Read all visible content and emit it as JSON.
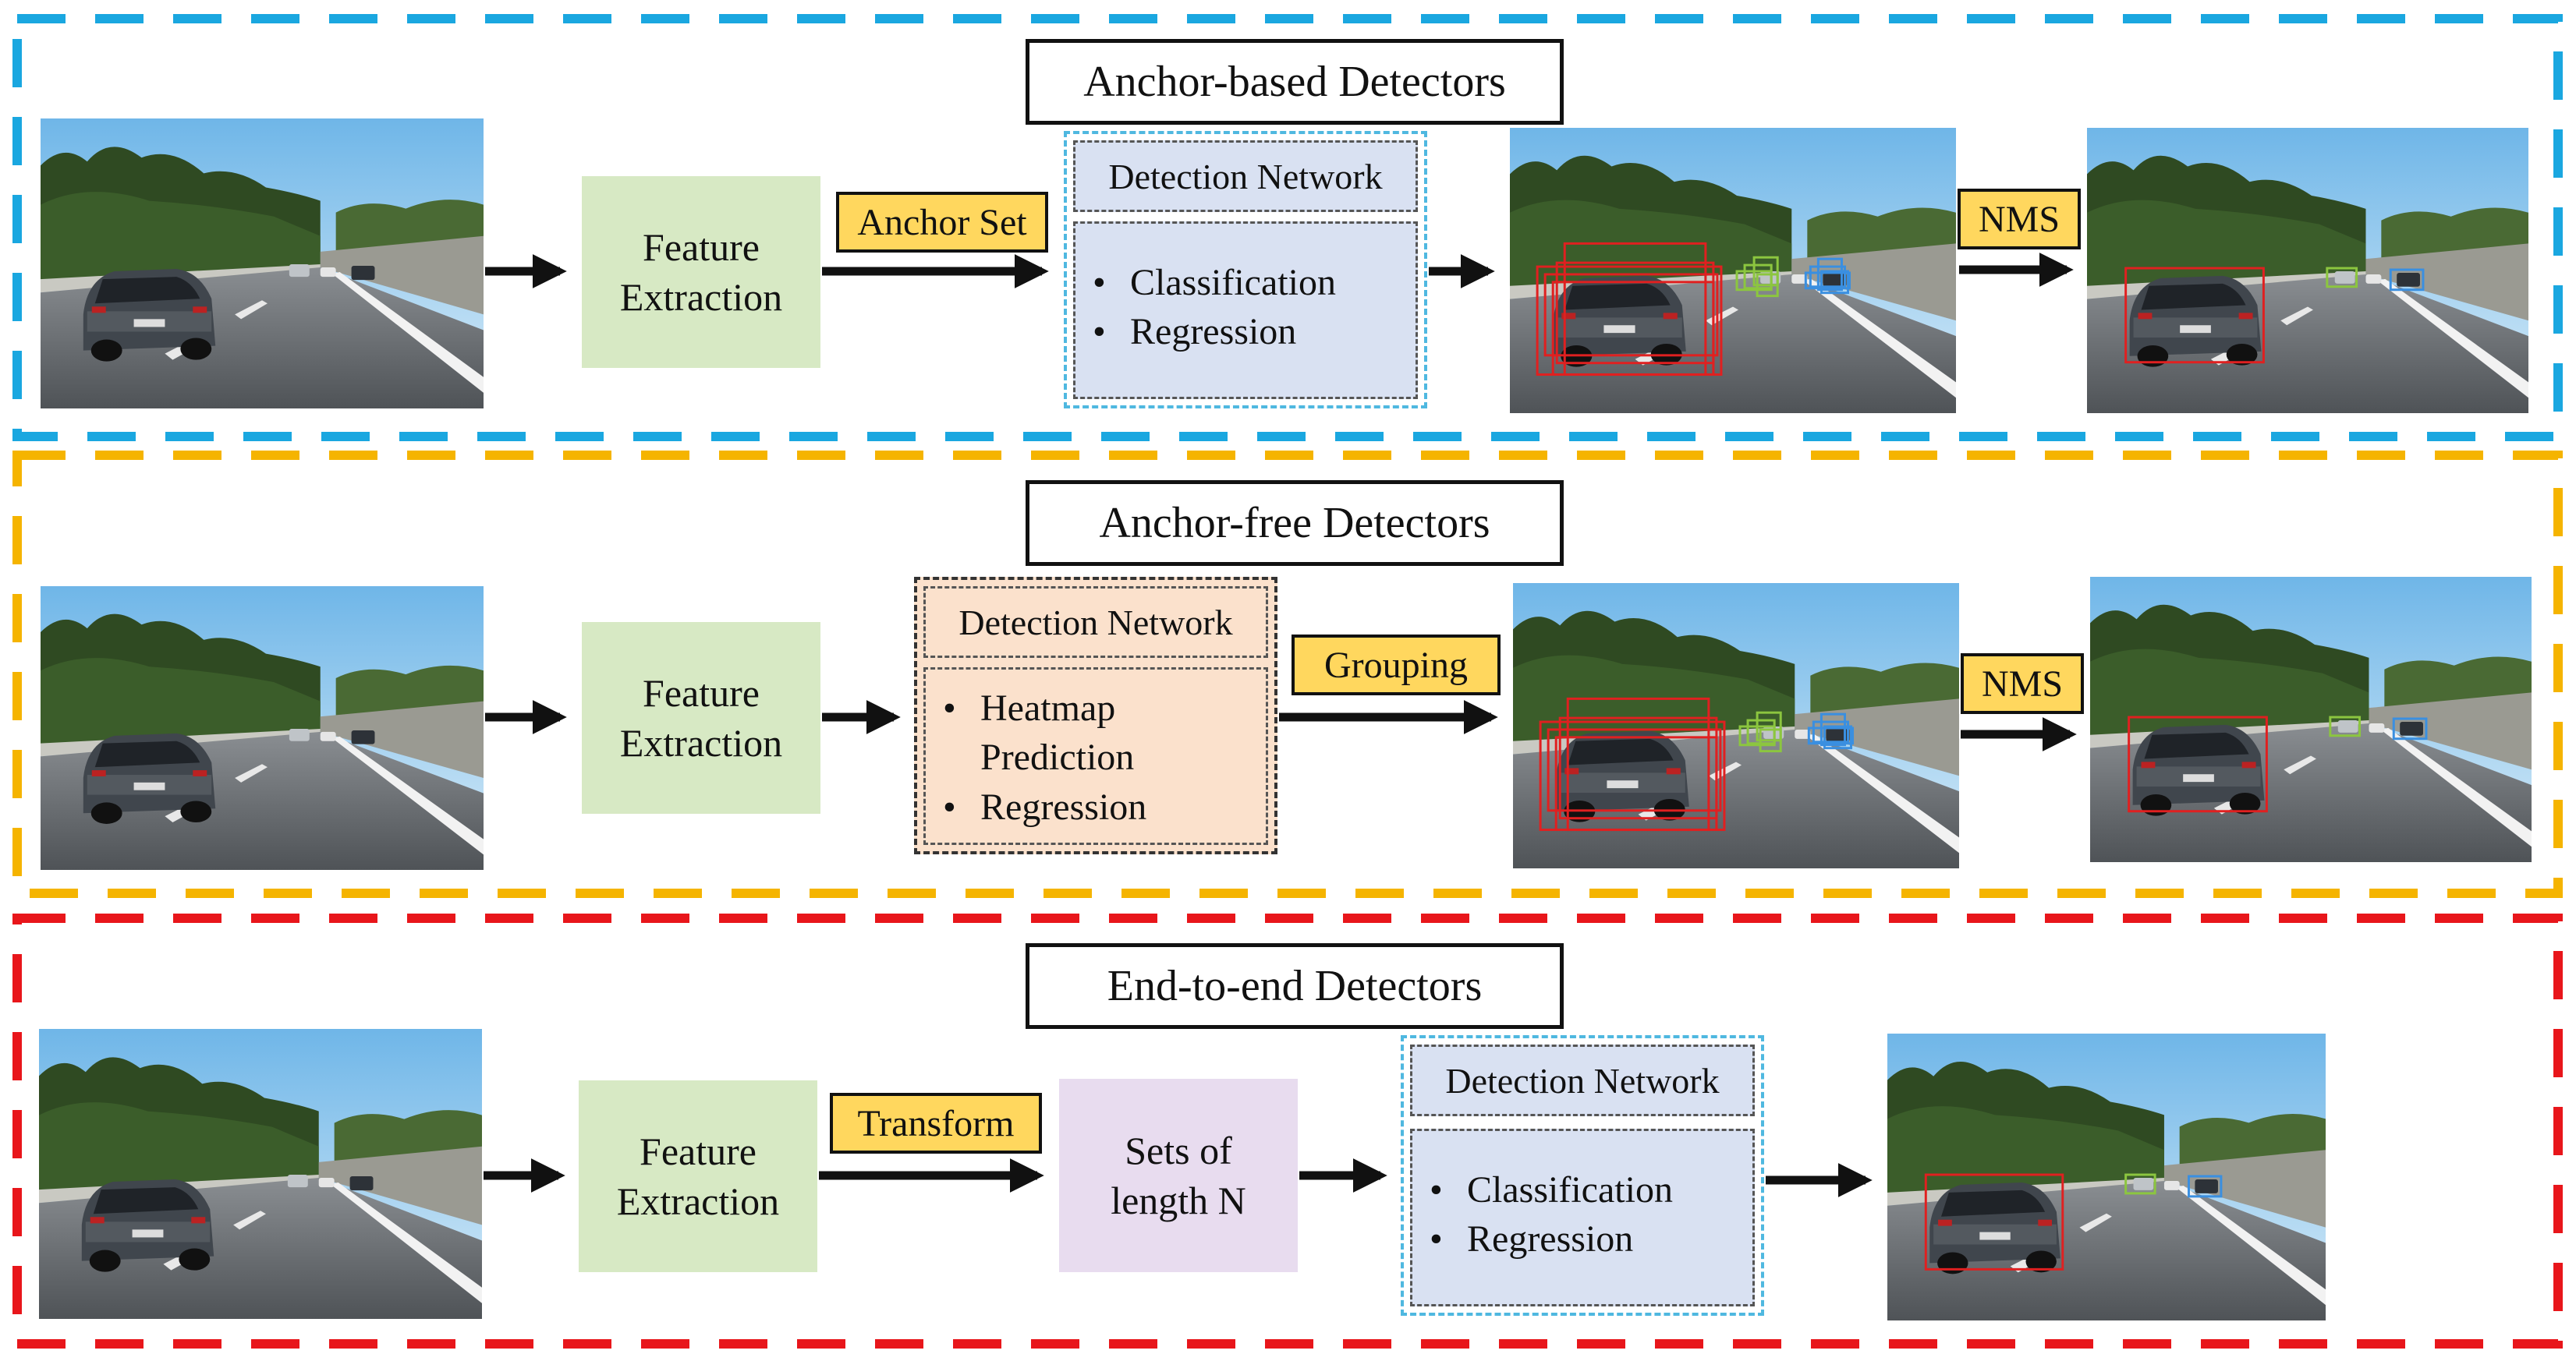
{
  "panels": [
    {
      "title": "Anchor-based Detectors",
      "frame_color": "#1aa7e0",
      "feature_label": "Feature Extraction",
      "connector_tag": "Anchor Set",
      "detection_network": {
        "title": "Detection Network",
        "items": [
          "Classification",
          "Regression"
        ],
        "fill": "#d9e1f2",
        "border_color": "#4fb8e0"
      },
      "post_tag": "NMS"
    },
    {
      "title": "Anchor-free Detectors",
      "frame_color": "#f5b400",
      "feature_label": "Feature Extraction",
      "detection_network": {
        "title": "Detection Network",
        "items": [
          "Heatmap Prediction",
          "Regression"
        ],
        "fill": "#fbe1cc",
        "border_color": "#333333"
      },
      "connector_tag": "Grouping",
      "post_tag": "NMS"
    },
    {
      "title": "End-to-end Detectors",
      "frame_color": "#e8161b",
      "feature_label": "Feature Extraction",
      "connector_tag": "Transform",
      "sets_label": "Sets of length N",
      "detection_network": {
        "title": "Detection Network",
        "items": [
          "Classification",
          "Regression"
        ],
        "fill": "#d9e1f2",
        "border_color": "#4fb8e0"
      }
    }
  ],
  "colors": {
    "feature_fill": "#d7e9c4",
    "tag_fill": "#ffd75e",
    "sets_fill": "#e8dcef",
    "box_car": "#e02020",
    "box_green": "#8cc63f",
    "box_blue": "#3a8fe0"
  },
  "icons": {
    "input_image": "road-scene-image",
    "dense_detections": "road-scene-dense-boxes",
    "final_detections": "road-scene-final-boxes"
  }
}
